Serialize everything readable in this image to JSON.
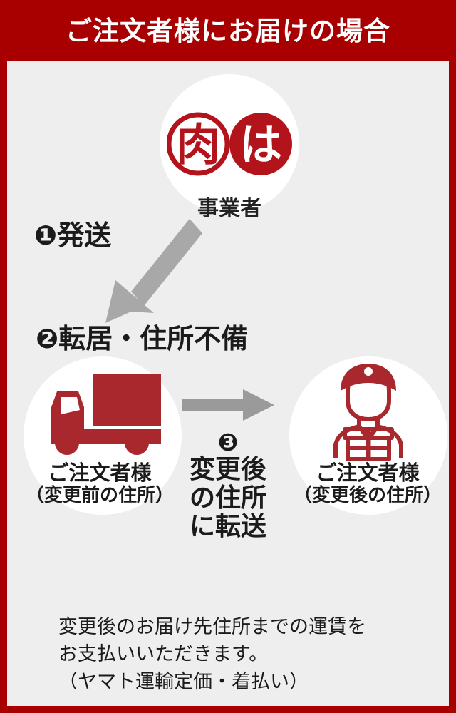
{
  "header": {
    "title": "ご注文者様にお届けの場合",
    "background_color": "#a80000",
    "text_color": "#ffffff"
  },
  "frame": {
    "border_color": "#a80000",
    "panel_color": "#eeeeee"
  },
  "vendor": {
    "icon_name": "vendor-stamp-logo",
    "stamp_left_char": "肉",
    "stamp_right_char": "は",
    "label": "事業者",
    "color": "#b3131a"
  },
  "steps": {
    "step1": {
      "number": "❶",
      "label": "発送",
      "full": "❶発送",
      "arrow_icon": "arrow-down-left-icon",
      "arrow_color": "#a8a8a8"
    },
    "step2": {
      "number": "❷",
      "label": "転居・住所不備",
      "full": "❷転居・住所不備"
    },
    "step3": {
      "number": "❸",
      "lines": [
        "変更後",
        "の住所",
        "に転送"
      ],
      "full": "❸変更後の住所に転送",
      "arrow_icon": "arrow-right-icon",
      "arrow_color": "#9a9a9a"
    }
  },
  "nodes": {
    "origin": {
      "icon_name": "delivery-truck-icon",
      "label_main": "ご注文者様",
      "label_sub": "（変更前の住所）",
      "icon_color": "#a8282e"
    },
    "destination": {
      "icon_name": "delivery-person-icon",
      "label_main": "ご注文者様",
      "label_sub": "（変更後の住所）",
      "icon_color": "#a8282e"
    }
  },
  "note": {
    "lines": [
      "変更後のお届け先住所までの運賃を",
      "お支払いいただきます。",
      "（ヤマト運輸定価・着払い）"
    ]
  }
}
